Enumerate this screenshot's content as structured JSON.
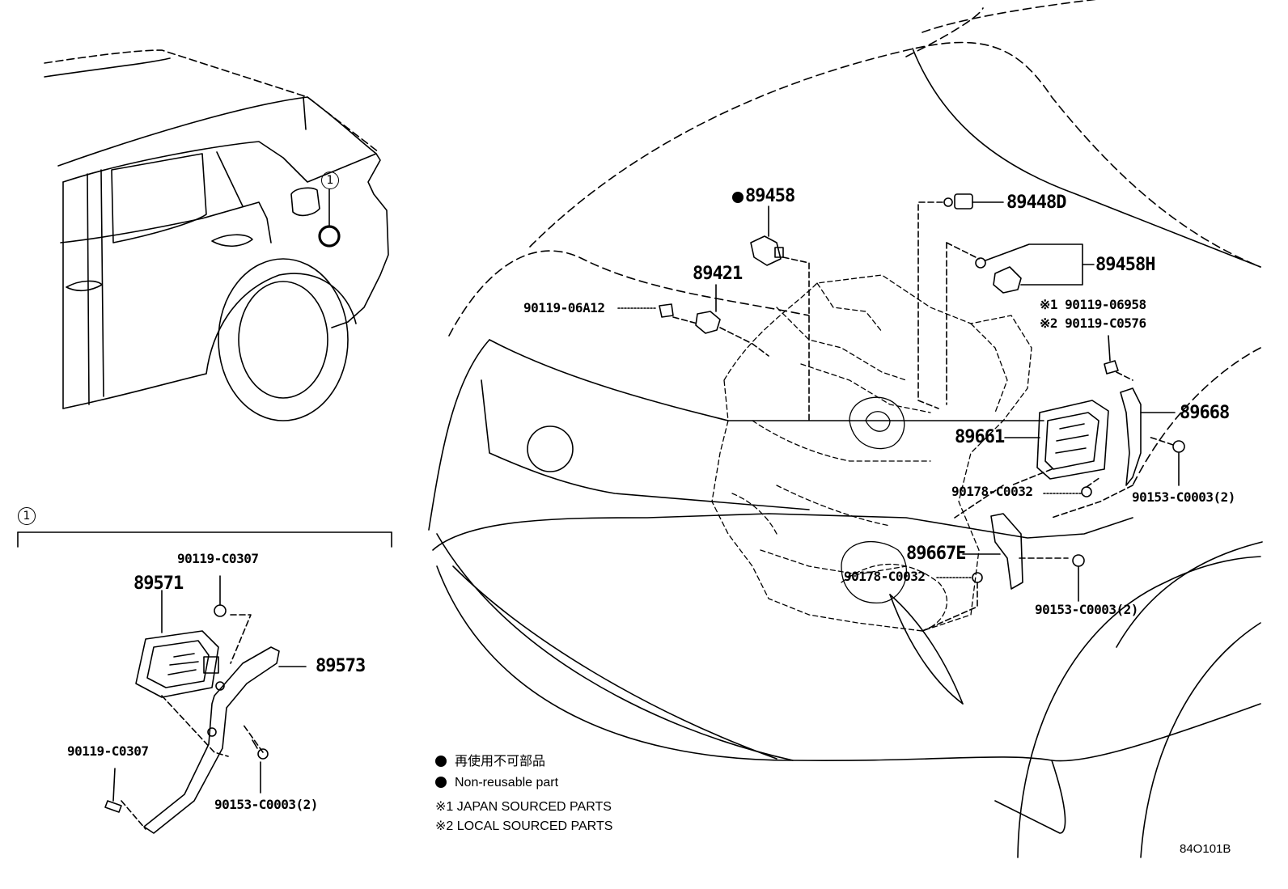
{
  "diagram_code": "84O101B",
  "callout": {
    "symbol": "1"
  },
  "labels": {
    "p89458": "89458",
    "p89448D": "89448D",
    "p89458H": "89458H",
    "p89421": "89421",
    "p90119_06A12": "90119-06A12",
    "p90119_06958": "※1 90119-06958",
    "p90119_C0576": "※2 90119-C0576",
    "p89668": "89668",
    "p89661": "89661",
    "p90178_C0032_a": "90178-C0032",
    "p90153_C0003_a": "90153-C0003(2)",
    "p89667E": "89667E",
    "p90178_C0032_b": "90178-C0032",
    "p90153_C0003_b": "90153-C0003(2)",
    "p90119_C0307_a": "90119-C0307",
    "p89571": "89571",
    "p89573": "89573",
    "p90119_C0307_b": "90119-C0307",
    "p90153_C0003_c": "90153-C0003(2)"
  },
  "legend": {
    "non_reusable_jp": "再使用不可部品",
    "non_reusable_en": "Non-reusable part",
    "japan_sourced": "※1 JAPAN SOURCED PARTS",
    "local_sourced": "※2 LOCAL SOURCED PARTS"
  }
}
